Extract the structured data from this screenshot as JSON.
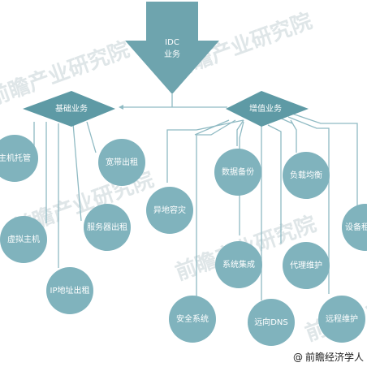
{
  "watermark": "前瞻产业研究院",
  "top_node": {
    "line1": "IDC",
    "line2": "业务"
  },
  "basic": {
    "label": "基础业务",
    "children": [
      "主机托管",
      "宽带出租",
      "虚拟主机",
      "服务器出租",
      "IP地址出租"
    ]
  },
  "value_added": {
    "label": "增值业务",
    "children": [
      "数据备份",
      "负载均衡",
      "异地容灾",
      "设备租",
      "系统集成",
      "代理维护",
      "安全系统",
      "远向DNS",
      "远程维护"
    ]
  },
  "footer": {
    "copyright_icon": "@",
    "credit": "前瞻经济学人"
  },
  "colors": {
    "main": "#6ea4ae",
    "node": "#80b3bd",
    "line": "#8fbac3",
    "watermark": "#dfe6e8"
  }
}
